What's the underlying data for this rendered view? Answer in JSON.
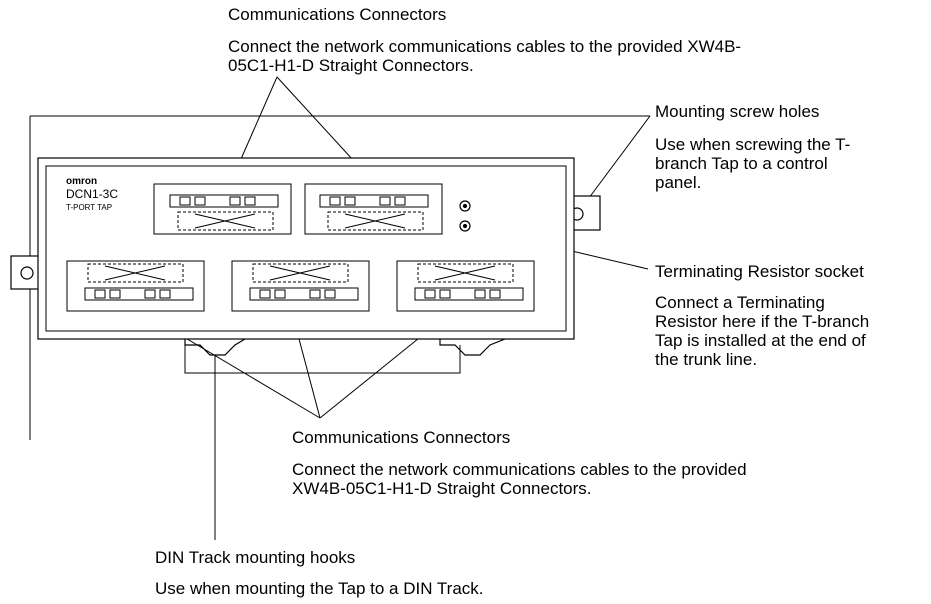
{
  "device": {
    "brand": "omron",
    "model": "DCN1-3C",
    "subtitle": "T-PORT TAP"
  },
  "callouts": {
    "comm_top": {
      "title": "Communications Connectors",
      "desc": "Connect the network communications cables to the provided XW4B-\n05C1-H1-D Straight Connectors."
    },
    "mount_screw": {
      "title": "Mounting screw holes",
      "desc": "Use when screwing the T-\nbranch Tap to a control\npanel."
    },
    "terminating": {
      "title": "Terminating Resistor socket",
      "desc": "Connect a Terminating\nResistor here if the T-branch\nTap is installed at the end of\nthe trunk line."
    },
    "comm_bottom": {
      "title": "Communications Connectors",
      "desc": "Connect the network communications cables to the provided\nXW4B-05C1-H1-D Straight Connectors."
    },
    "din_hooks": {
      "title": "DIN Track mounting hooks",
      "desc": "Use when mounting the Tap to a DIN Track."
    }
  }
}
